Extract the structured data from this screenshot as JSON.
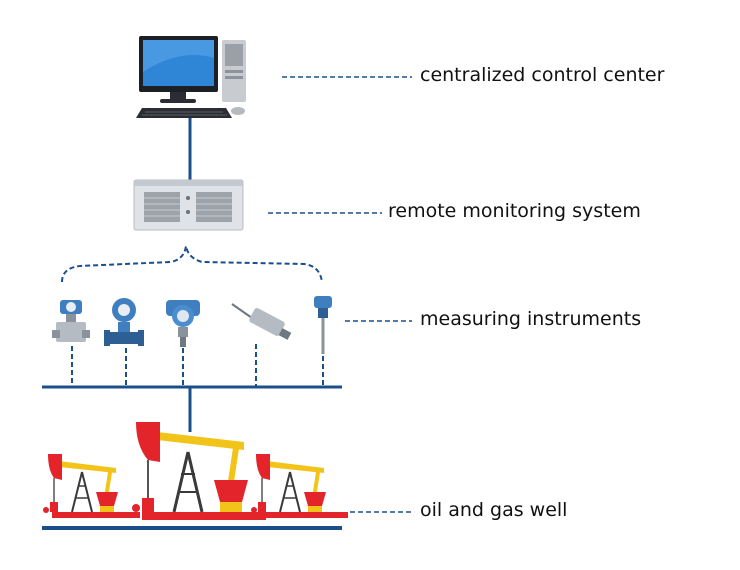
{
  "colors": {
    "line_blue": "#1b4f8c",
    "pumpjack_yellow": "#f2c318",
    "pumpjack_red": "#e3242b",
    "instrument_blue": "#3f7fc0",
    "steel_gray": "#8a939c"
  },
  "labels": {
    "control_center": "centralized control center",
    "remote_monitoring": "remote monitoring system",
    "instruments": "measuring instruments",
    "wells": "oil and gas well"
  },
  "icons": {
    "control_center": "desktop-computer-icon",
    "remote_monitoring": "server-rack-icon",
    "instruments": [
      "pressure-transmitter-icon",
      "flow-meter-icon",
      "pressure-transmitter-icon",
      "pressure-sensor-icon",
      "temperature-transmitter-icon"
    ],
    "wells": [
      "pumpjack-icon",
      "pumpjack-icon",
      "pumpjack-icon"
    ]
  }
}
